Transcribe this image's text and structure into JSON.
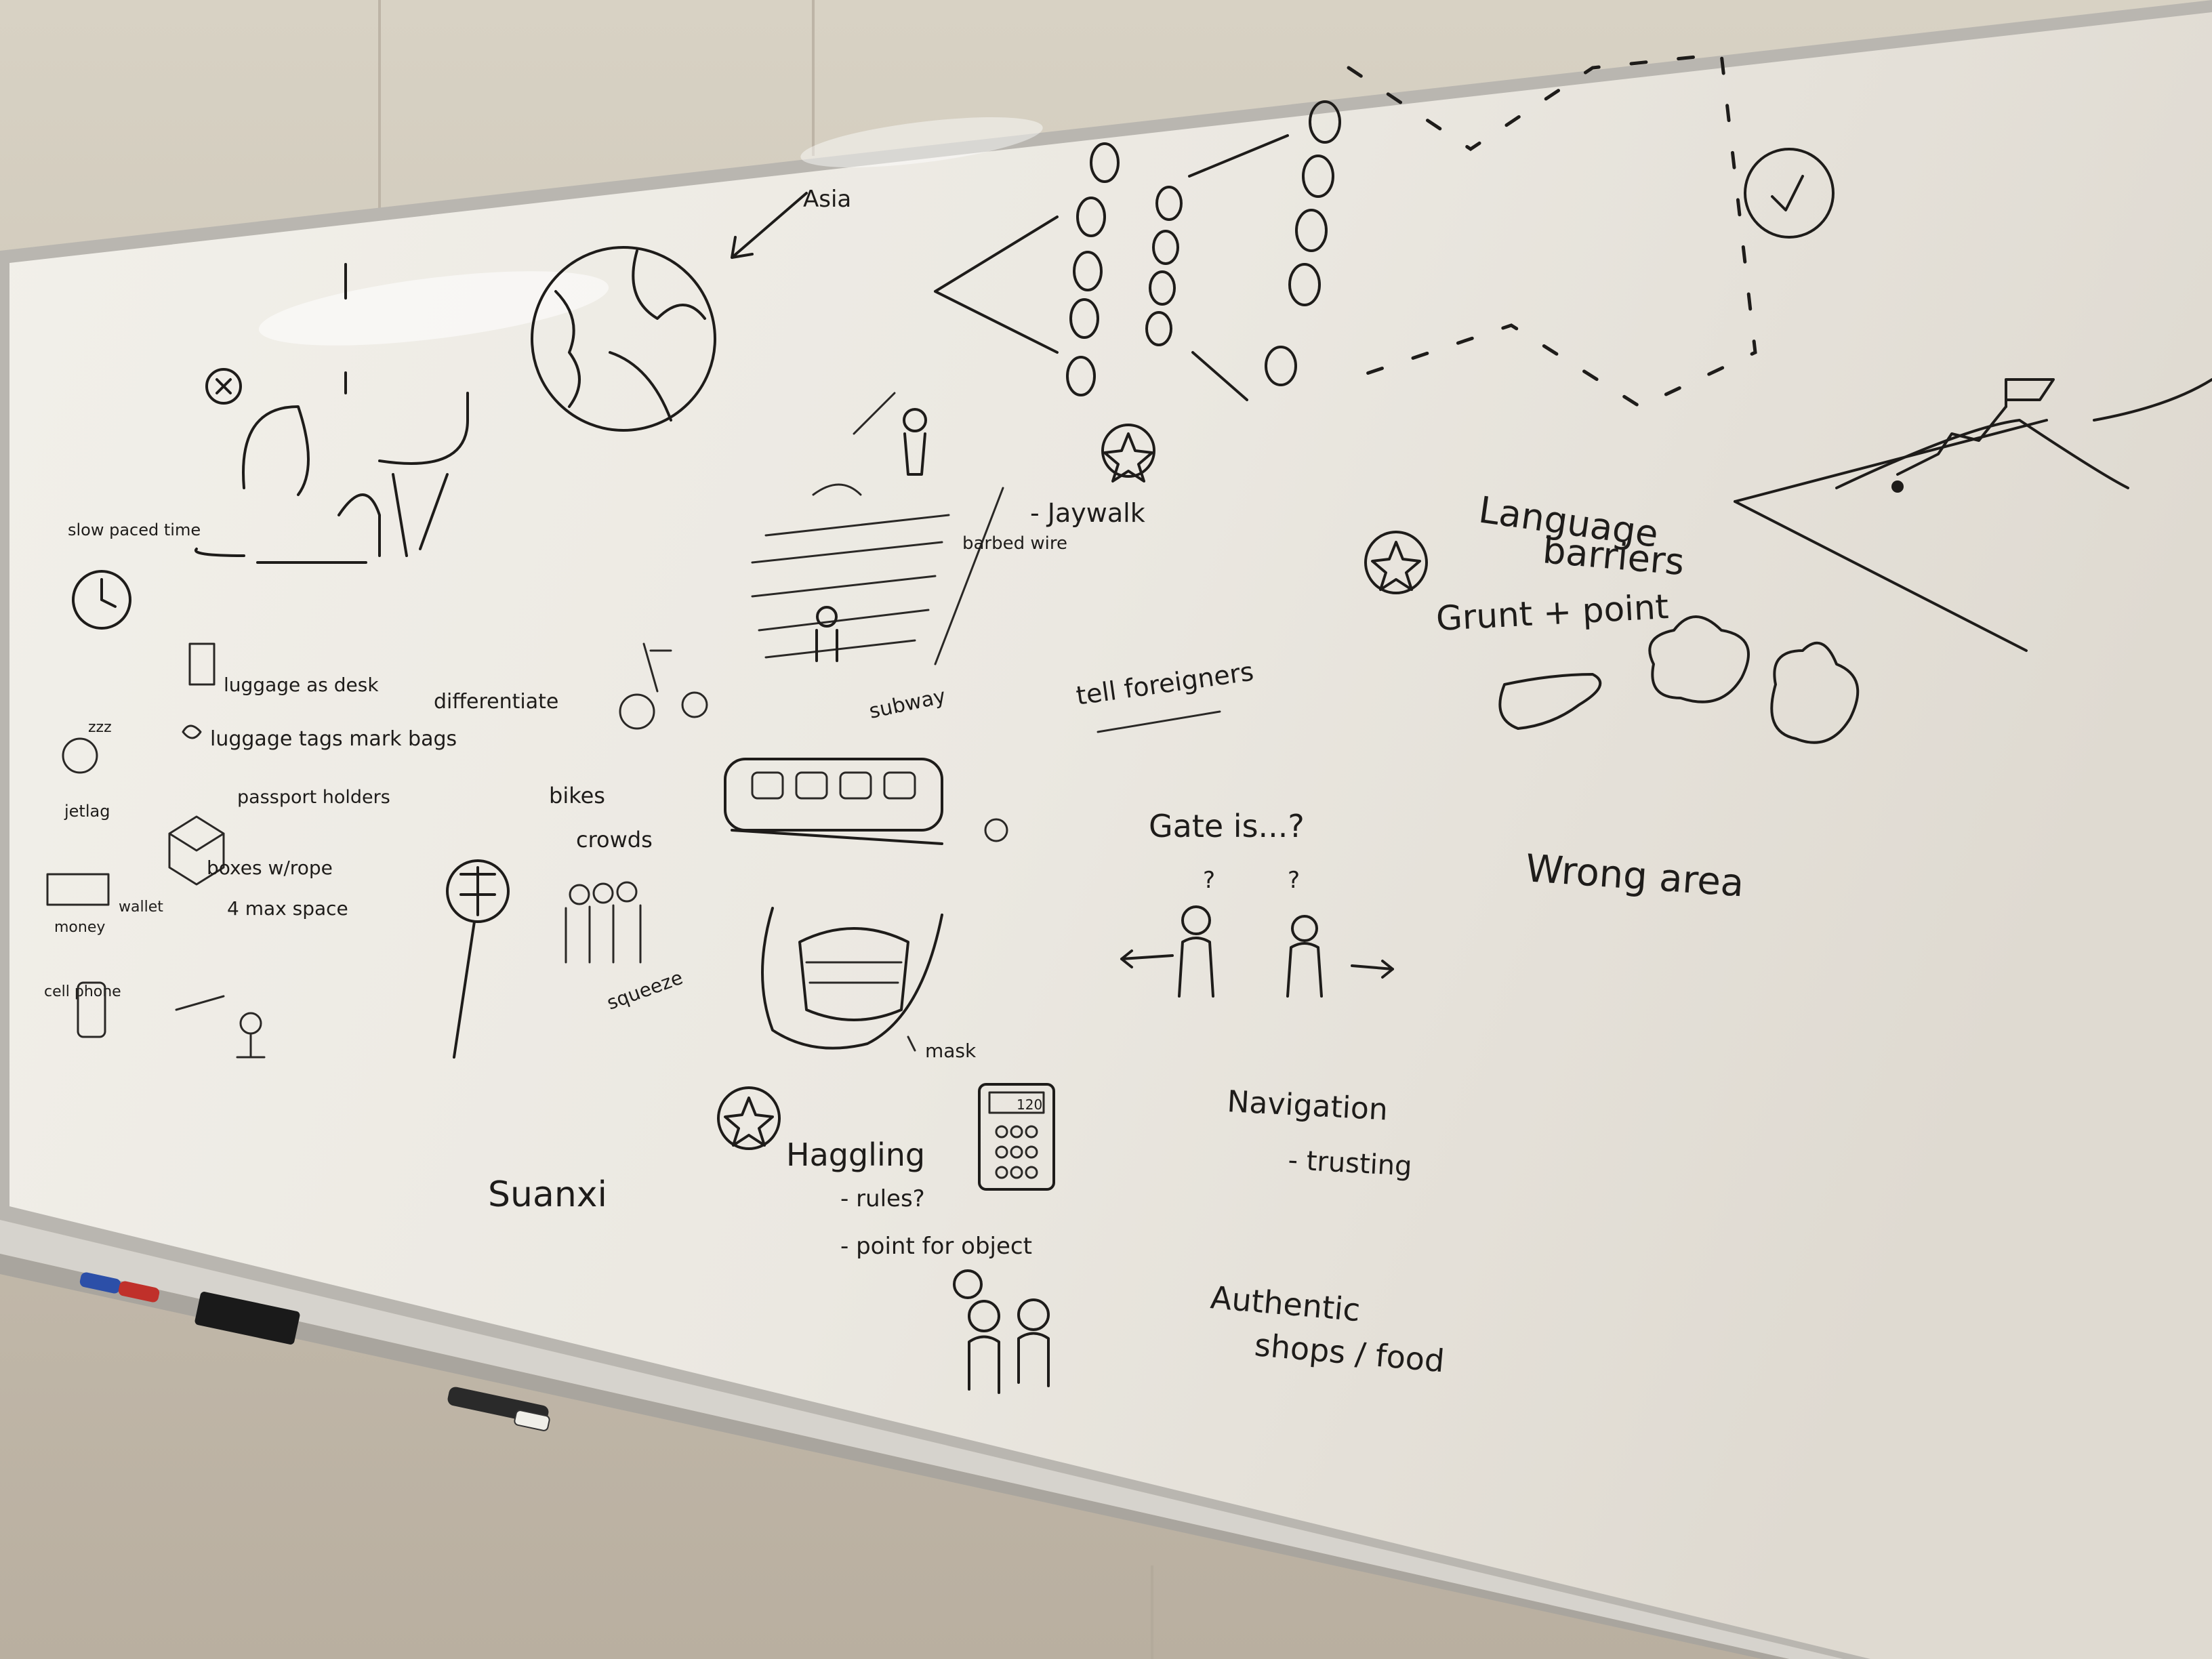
{
  "board": {
    "texts": {
      "asia": "Asia",
      "slow_paced_time": "slow paced time",
      "luggage_desk": "luggage as desk",
      "differentiate": "differentiate",
      "luggage_tags": "luggage tags mark bags",
      "passport_holders": "passport holders",
      "boxes": "boxes w/rope",
      "max_space": "4 max space",
      "jetlag": "jetlag",
      "zzz": "zzz",
      "money": "money",
      "wallet": "wallet",
      "cell_phone": "cell phone",
      "barbed_wire": "barbed wire",
      "jaywalk": "- Jaywalk",
      "subway": "subway",
      "bikes": "bikes",
      "crowds": "crowds",
      "squeeze": "squeeze",
      "mask": "mask",
      "tell_foreigners": "tell foreigners",
      "gate_is": "Gate is...?",
      "q1": "?",
      "q2": "?",
      "language": "Language",
      "barriers": "barriers",
      "grunt_point": "Grunt + point",
      "wrong_area": "Wrong area",
      "suanxi": "Suanxi",
      "haggling": "Haggling",
      "rules": "- rules?",
      "point_object": "- point for object",
      "calc_display": "120",
      "navigation": "Navigation",
      "trusting": "- trusting",
      "authentic": "Authentic",
      "shops_food": "shops / food"
    }
  },
  "colors": {
    "wall": "#c9c1b3",
    "board": "#eeebe4",
    "ink": "#1e1c1a",
    "frame": "#b9b6b0",
    "marker_red": "#c0302a",
    "marker_blue": "#2c4fa8"
  }
}
